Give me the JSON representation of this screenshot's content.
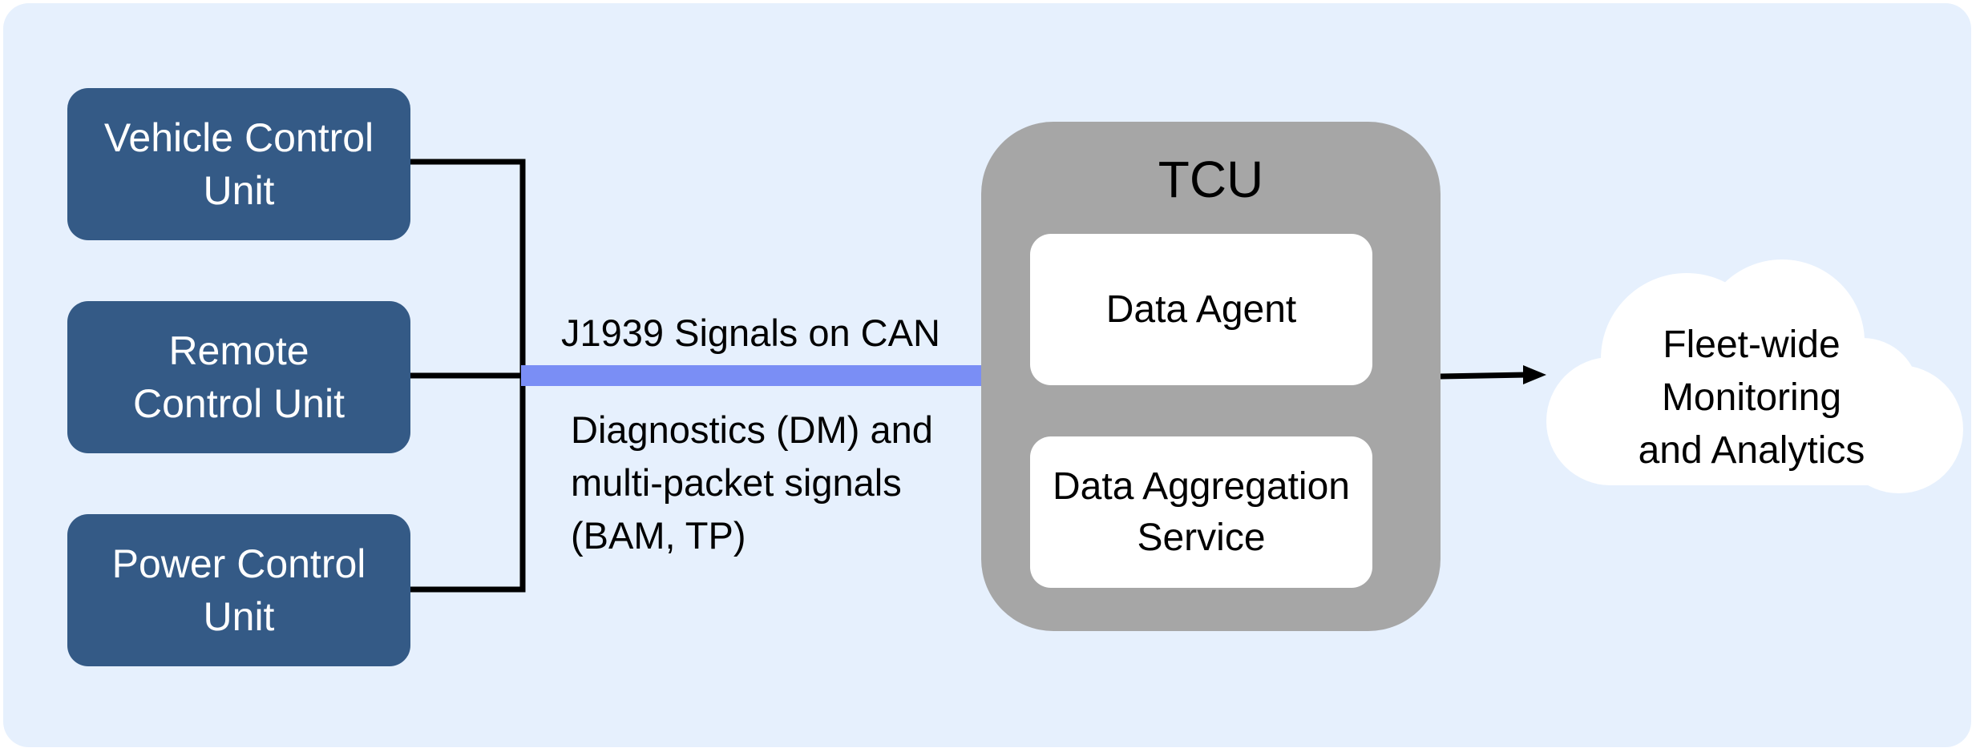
{
  "diagram": {
    "ecus": [
      {
        "id": "vcu",
        "lines": [
          "Vehicle Control",
          "Unit"
        ]
      },
      {
        "id": "rcu",
        "lines": [
          "Remote",
          "Control Unit"
        ]
      },
      {
        "id": "pcu",
        "lines": [
          "Power Control",
          "Unit"
        ]
      }
    ],
    "bus": {
      "label": "J1939 Signals on CAN",
      "note_lines": [
        "Diagnostics (DM) and",
        "multi-packet signals",
        "(BAM, TP)"
      ]
    },
    "tcu": {
      "title": "TCU",
      "data_agent_lines": [
        "Data Agent"
      ],
      "aggregation_lines": [
        "Data Aggregation",
        "Service"
      ]
    },
    "cloud": {
      "lines": [
        "Fleet-wide",
        "Monitoring",
        "and Analytics"
      ]
    }
  },
  "colors": {
    "background": "#e6f0fd",
    "ecu_fill": "#345a86",
    "ecu_text": "#ffffff",
    "tcu_fill": "#a6a6a6",
    "bus": "#7a8ef5",
    "wire": "#000000",
    "cloud_fill": "#ffffff"
  }
}
